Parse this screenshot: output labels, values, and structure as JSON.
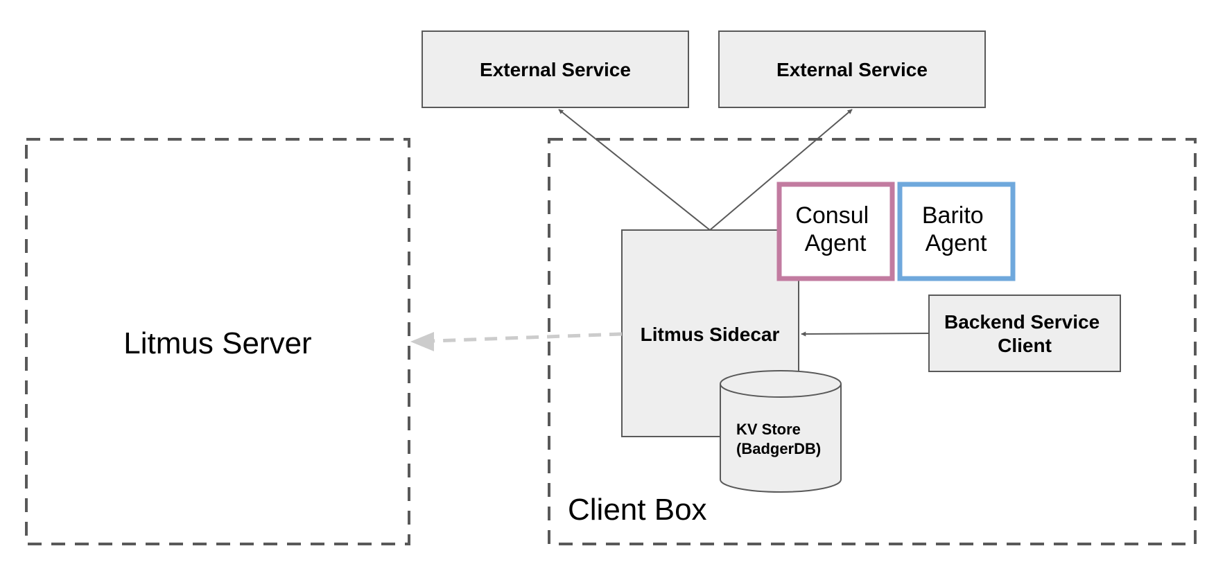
{
  "colors": {
    "box_fill": "#eeeeee",
    "box_stroke": "#595959",
    "dashed_stroke": "#595959",
    "async_arrow": "#cccccc",
    "consul_border": "#c27ba0",
    "barito_border": "#6fa8dc",
    "text": "#000000",
    "background": "#ffffff"
  },
  "litmus_server": {
    "label": "Litmus Server"
  },
  "client_box": {
    "label": "Client Box"
  },
  "external_services": [
    {
      "label": "External Service"
    },
    {
      "label": "External Service"
    }
  ],
  "consul_agent": {
    "lines": [
      "Consul",
      "Agent"
    ]
  },
  "barito_agent": {
    "lines": [
      "Barito",
      "Agent"
    ]
  },
  "litmus_sidecar": {
    "label": "Litmus Sidecar"
  },
  "backend_client": {
    "lines": [
      "Backend Service",
      "Client"
    ]
  },
  "kv_store": {
    "lines": [
      "KV Store",
      "(BadgerDB)"
    ]
  }
}
